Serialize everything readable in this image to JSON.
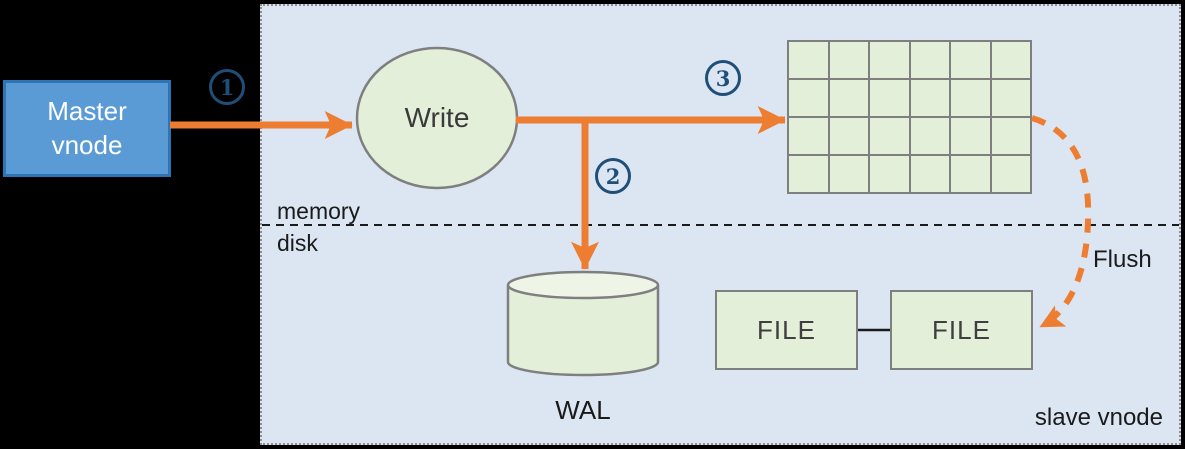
{
  "nodes": {
    "master_vnode": "Master vnode",
    "write": "Write",
    "wal": "WAL",
    "file_left": "FILE",
    "file_right": "FILE"
  },
  "labels": {
    "memory": "memory",
    "disk": "disk",
    "flush": "Flush",
    "slave_vnode": "slave vnode"
  },
  "steps": [
    "1",
    "2",
    "3"
  ],
  "grid": {
    "rows": 4,
    "columns": 6
  },
  "colors": {
    "arrow_orange": "#ED7D31",
    "panel_blue": "#DCE6F2",
    "node_green": "#E4EFDA",
    "master_fill": "#5B9BD5",
    "master_border": "#2E75B6",
    "step_navy": "#1F4E79",
    "shape_border": "#7F7F7F",
    "background": "#000000"
  }
}
